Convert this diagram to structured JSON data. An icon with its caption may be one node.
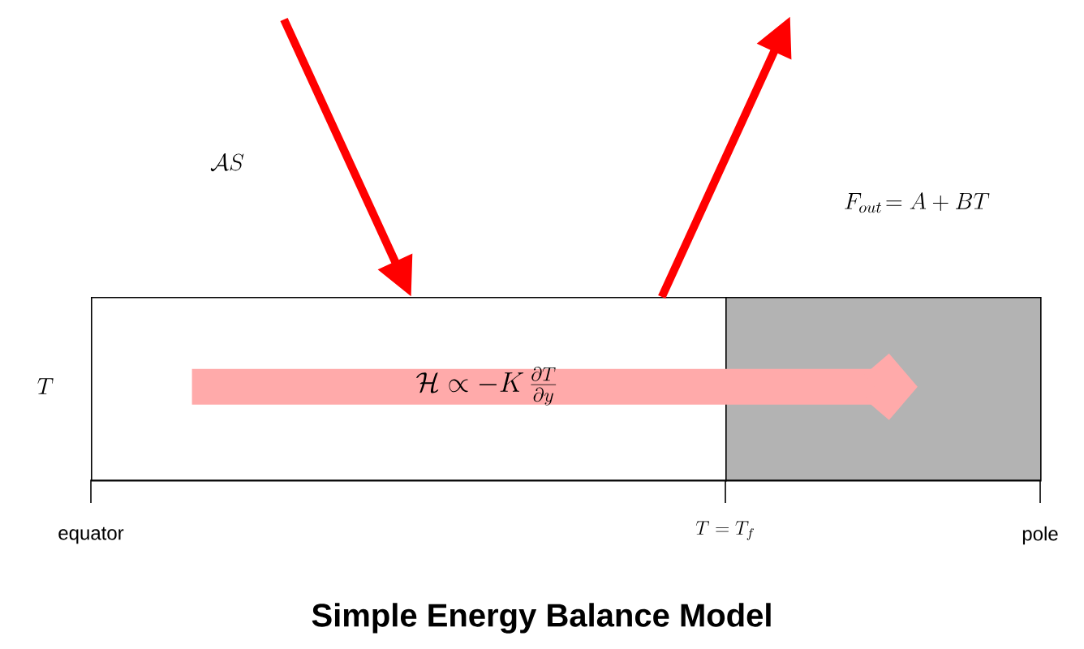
{
  "diagram": {
    "title": "Simple Energy Balance Model",
    "nodes": [
      {
        "text": [],
        "shape": "box"
      },
      {
        "text": [],
        "shape": "box"
      }
    ],
    "edges": [
      {
        "from": null,
        "to": 0,
        "arrow": "to",
        "color": "#ff0000"
      },
      {
        "from": 0,
        "to": null,
        "arrow": "to",
        "color": "#ff0000"
      },
      {
        "from": 0,
        "to": 1,
        "arrow": "to",
        "style": "thick",
        "color": "#ffaaaa"
      }
    ],
    "labels": [
      "\\mathcal{A}S",
      "F_{out}\\!= A + BT",
      "T",
      "\\mathcal{H} \\propto -K\\,\\frac{\\partial T}{\\partial y}",
      "equator",
      "T = T_f",
      "pole"
    ]
  }
}
